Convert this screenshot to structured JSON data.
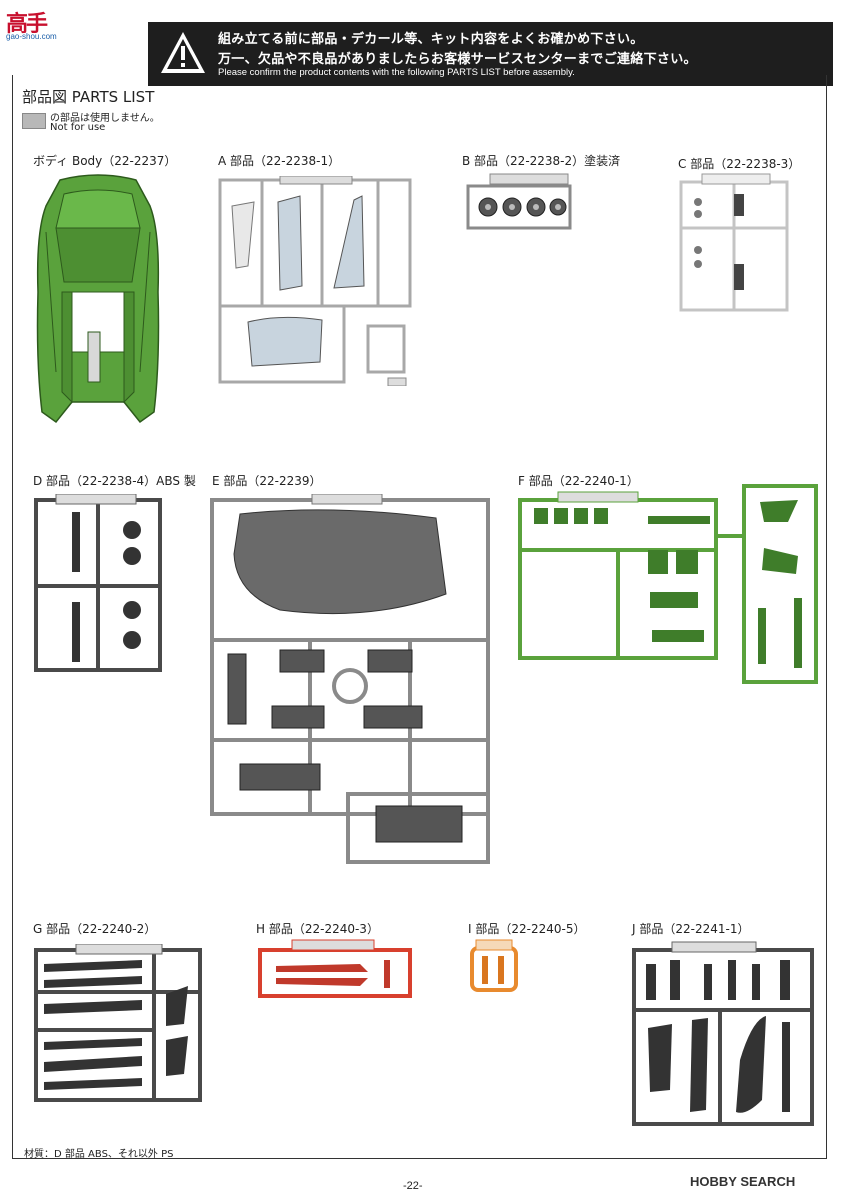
{
  "site_logo": {
    "kanji": "高手",
    "url": "gao-shou.com"
  },
  "banner": {
    "line1": "組み立てる前に部品・デカール等、キット内容をよくお確かめ下さい。",
    "line2": "万一、欠品や不良品がありましたらお客様サービスセンターまでご連絡下さい。",
    "line3": "Please confirm the product contents with the following PARTS LIST before assembly."
  },
  "title": "部品図  PARTS LIST",
  "legend": {
    "line1": "の部品は使用しません。",
    "line2": "Not for use"
  },
  "parts": {
    "body": "ボディ  Body（22-2237）",
    "a": "A 部品（22-2238-1）",
    "b": "B 部品（22-2238-2）塗装済",
    "c": "C 部品（22-2238-3）",
    "d": "D 部品（22-2238-4）ABS 製",
    "e": "E 部品（22-2239）",
    "f": "F 部品（22-2240-1）",
    "g": "G 部品（22-2240-2）",
    "h": "H 部品（22-2240-3）",
    "i": "I 部品（22-2240-5）",
    "j": "J 部品（22-2241-1）"
  },
  "colors": {
    "green": "#5aa23c",
    "clear": "#c8d4de",
    "gray_light": "#cfcfcf",
    "dark": "#4a4a4a",
    "red": "#d8402e",
    "orange": "#e88a2e"
  },
  "material": "材質：D 部品 ABS、それ以外 PS",
  "page_number": "-22-",
  "watermark": "HOBBY SEARCH"
}
